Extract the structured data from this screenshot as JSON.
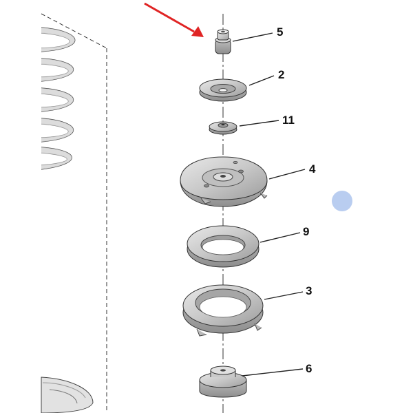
{
  "diagram": {
    "callouts": [
      {
        "id": "nut",
        "label": "5"
      },
      {
        "id": "cup-washer",
        "label": "2"
      },
      {
        "id": "small-washer",
        "label": "11"
      },
      {
        "id": "strut-mount",
        "label": "4"
      },
      {
        "id": "bearing-ring",
        "label": "9"
      },
      {
        "id": "spring-seat",
        "label": "3"
      },
      {
        "id": "bump-stop",
        "label": "6"
      }
    ],
    "arrow_color": "#e02424",
    "marker_color": "#b9cdf0",
    "part_fill": "#cfcfcf",
    "line_color": "#222222"
  }
}
